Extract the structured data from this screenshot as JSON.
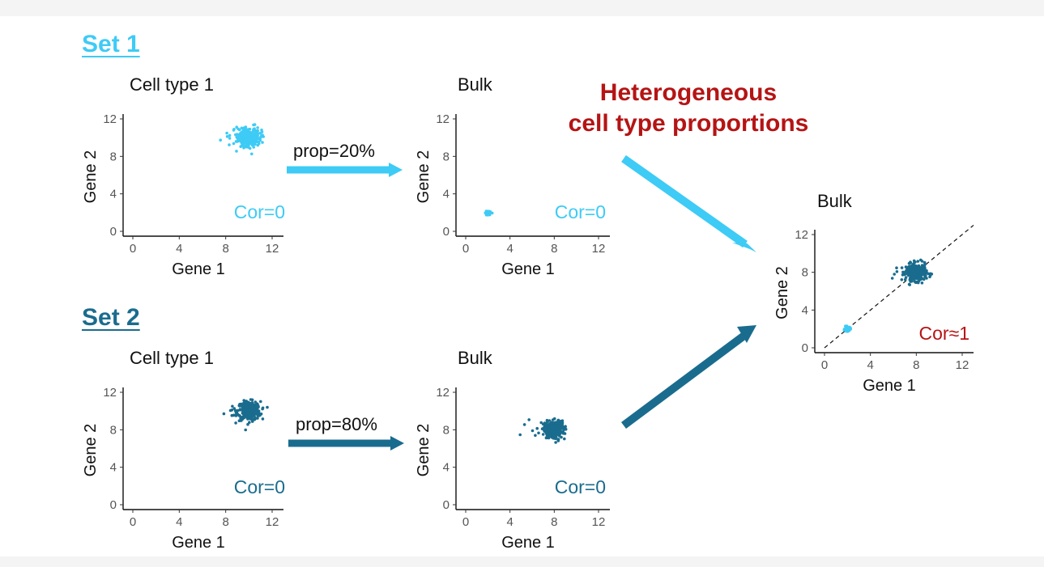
{
  "colors": {
    "light": "#3ecbf5",
    "dark": "#1a6c8e",
    "red": "#b51414"
  },
  "set1": {
    "label": "Set 1",
    "prop_label": "prop=20%"
  },
  "set2": {
    "label": "Set 2",
    "prop_label": "prop=80%"
  },
  "heading": {
    "line1": "Heterogeneous",
    "line2": "cell type proportions"
  },
  "chart_data": [
    {
      "id": "s1-cell",
      "type": "scatter",
      "title": "Cell type 1",
      "xlabel": "Gene 1",
      "ylabel": "Gene 2",
      "xlim": [
        0,
        12
      ],
      "ylim": [
        0,
        12
      ],
      "xticks": [
        0,
        4,
        8,
        12
      ],
      "yticks": [
        0,
        4,
        8,
        12
      ],
      "annotation": "Cor=0",
      "annotation_color": "#3ecbf5",
      "series": [
        {
          "color": "#3ecbf5",
          "center": [
            10,
            10
          ],
          "spread": 0.5
        }
      ]
    },
    {
      "id": "s1-bulk",
      "type": "scatter",
      "title": "Bulk",
      "xlabel": "Gene 1",
      "ylabel": "Gene 2",
      "xlim": [
        0,
        12
      ],
      "ylim": [
        0,
        12
      ],
      "xticks": [
        0,
        4,
        8,
        12
      ],
      "yticks": [
        0,
        4,
        8,
        12
      ],
      "annotation": "Cor=0",
      "annotation_color": "#3ecbf5",
      "series": [
        {
          "color": "#3ecbf5",
          "center": [
            2,
            2
          ],
          "spread": 0.12
        }
      ]
    },
    {
      "id": "s2-cell",
      "type": "scatter",
      "title": "Cell type 1",
      "xlabel": "Gene 1",
      "ylabel": "Gene 2",
      "xlim": [
        0,
        12
      ],
      "ylim": [
        0,
        12
      ],
      "xticks": [
        0,
        4,
        8,
        12
      ],
      "yticks": [
        0,
        4,
        8,
        12
      ],
      "annotation": "Cor=0",
      "annotation_color": "#1a6c8e",
      "series": [
        {
          "color": "#1a6c8e",
          "center": [
            10,
            10
          ],
          "spread": 0.5
        }
      ]
    },
    {
      "id": "s2-bulk",
      "type": "scatter",
      "title": "Bulk",
      "xlabel": "Gene 1",
      "ylabel": "Gene 2",
      "xlim": [
        0,
        12
      ],
      "ylim": [
        0,
        12
      ],
      "xticks": [
        0,
        4,
        8,
        12
      ],
      "yticks": [
        0,
        4,
        8,
        12
      ],
      "annotation": "Cor=0",
      "annotation_color": "#1a6c8e",
      "series": [
        {
          "color": "#1a6c8e",
          "center": [
            8,
            8
          ],
          "spread": 0.45
        }
      ]
    },
    {
      "id": "combined",
      "type": "scatter",
      "title": "Bulk",
      "xlabel": "Gene 1",
      "ylabel": "Gene 2",
      "xlim": [
        0,
        12
      ],
      "ylim": [
        0,
        12
      ],
      "xticks": [
        0,
        4,
        8,
        12
      ],
      "yticks": [
        0,
        4,
        8,
        12
      ],
      "annotation": "Cor≈1",
      "annotation_color": "#b51414",
      "diagonal": true,
      "series": [
        {
          "color": "#1a6c8e",
          "center": [
            8,
            8
          ],
          "spread": 0.45
        },
        {
          "color": "#3ecbf5",
          "center": [
            2,
            2
          ],
          "spread": 0.12
        }
      ]
    }
  ]
}
